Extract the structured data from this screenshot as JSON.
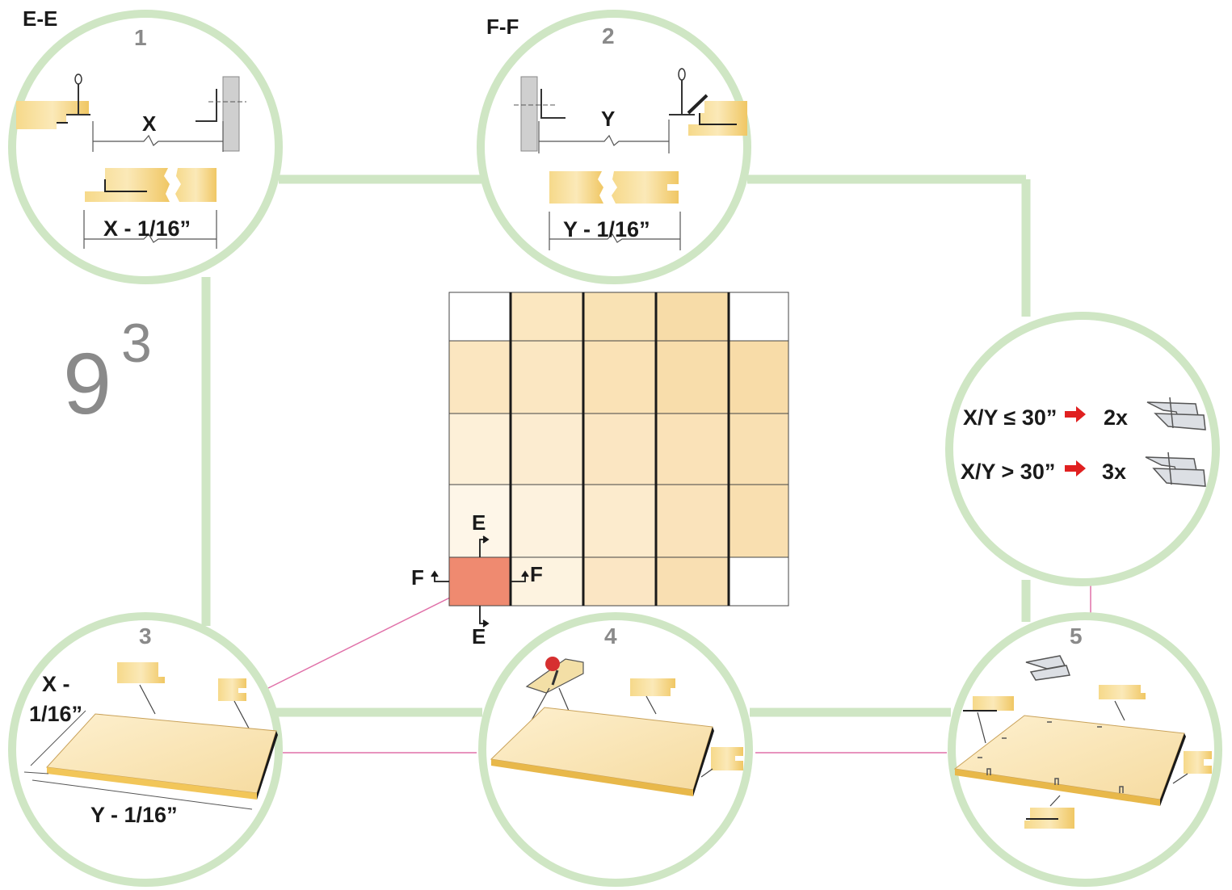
{
  "sheet": {
    "main": "9",
    "sup": "3"
  },
  "colors": {
    "ring": "#cfe6c4",
    "panel": "#f3d07d",
    "panel_light": "#fbecc4",
    "grid_line": "#1a1a1a",
    "highlight": "#ef8a70",
    "leader": "#e070a8",
    "arrow": "#e02020"
  },
  "detail1": {
    "section": "E-E",
    "number": "1",
    "gap_label": "X",
    "cut_label": "X - 1/16”"
  },
  "detail2": {
    "section": "F-F",
    "number": "2",
    "gap_label": "Y",
    "cut_label": "Y - 1/16”"
  },
  "detail3": {
    "number": "3",
    "x_label_line1": "X -",
    "x_label_line2": "1/16”",
    "y_label": "Y - 1/16”"
  },
  "detail4": {
    "number": "4"
  },
  "detail5": {
    "number": "5"
  },
  "clip_rule": {
    "rows": [
      {
        "condition": "X/Y ≤ 30”",
        "qty": "2x"
      },
      {
        "condition": "X/Y > 30”",
        "qty": "3x"
      }
    ]
  },
  "grid": {
    "section_marks": {
      "e_top": "E",
      "e_bottom": "E",
      "f_left": "F",
      "f_right": "F"
    }
  }
}
